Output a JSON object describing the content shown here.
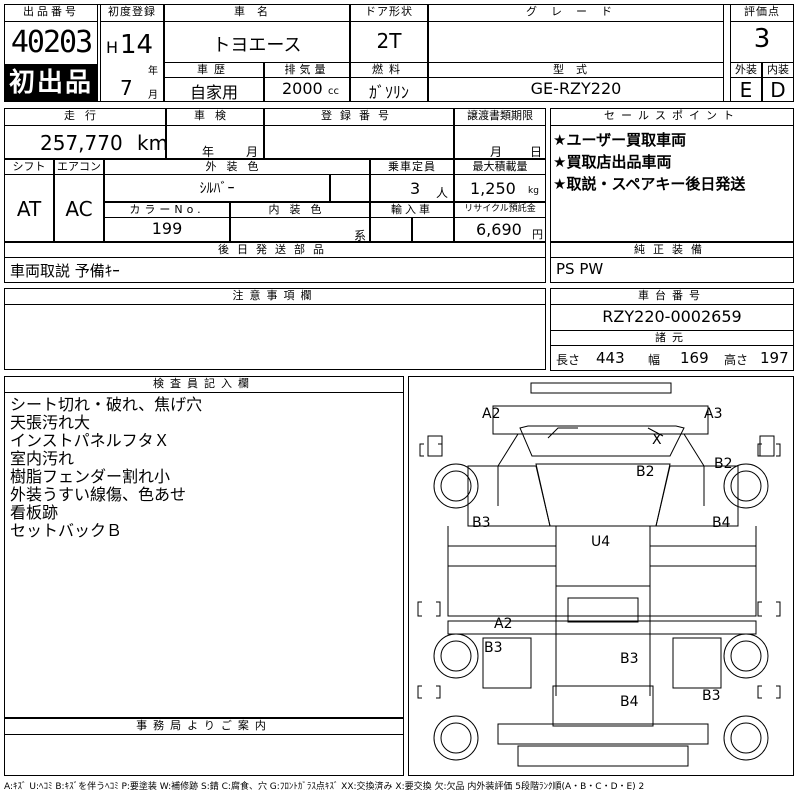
{
  "header": {
    "lot_label": "出品番号",
    "lot_number": "40203",
    "first_listing_badge": "初出品",
    "first_reg_label": "初度登録",
    "era": "H",
    "year_num": "14",
    "year_unit": "年",
    "month_num": "7",
    "month_unit": "月",
    "car_name_label": "車名",
    "car_name": "トヨエース",
    "door_label": "ドア形状",
    "door_value": "2T",
    "grade_label": "グレード",
    "grade_value": "",
    "score_label": "評価点",
    "score_value": "3",
    "history_label": "車歴",
    "history_value": "自家用",
    "displacement_label": "排気量",
    "displacement_value": "2000",
    "displacement_unit": "cc",
    "fuel_label": "燃料",
    "fuel_value": "ｶﾞｿﾘﾝ",
    "model_label": "型式",
    "model_value": "GE-RZY220",
    "exterior_label": "外装",
    "interior_label": "内装",
    "exterior_grade": "E",
    "interior_grade": "D"
  },
  "row2": {
    "mileage_label": "走行",
    "mileage_value": "257,770",
    "mileage_unit": "km",
    "inspection_label": "車検",
    "inspection_year": "年",
    "inspection_month": "月",
    "reg_no_label": "登録番号",
    "reg_no_value": "",
    "transfer_label": "譲渡書類期限",
    "transfer_month": "月",
    "transfer_day": "日",
    "shift_label": "シフト",
    "shift_value": "AT",
    "ac_label": "エアコン",
    "ac_value": "AC",
    "ext_color_label": "外装色",
    "ext_color_value": "ｼﾙﾊﾞｰ",
    "capacity_label": "乗車定員",
    "capacity_value": "3",
    "capacity_unit": "人",
    "load_label": "最大積載量",
    "load_value": "1,250",
    "load_unit": "kg",
    "color_no_label": "カラーNo.",
    "color_no_value": "199",
    "int_color_label": "内装色",
    "int_color_unit": "系",
    "import_label": "輸入車",
    "recycle_label": "リサイクル預託金",
    "recycle_value": "6,690",
    "recycle_unit": "円",
    "later_parts_label": "後日発送部品",
    "later_parts_value": "車両取説 予備ｷｰ"
  },
  "sales_points": {
    "label": "セールスポイント",
    "items": [
      "★ユーザー買取車両",
      "★買取店出品車両",
      "★取説・スペアキー後日発送"
    ]
  },
  "genuine_equipment": {
    "label": "純正装備",
    "value": "PS PW"
  },
  "notes": {
    "label": "注意事項欄",
    "value": ""
  },
  "chassis": {
    "label": "車台番号",
    "value": "RZY220-0002659",
    "dims_label": "諸元",
    "length_label": "長さ",
    "length_value": "443",
    "width_label": "幅",
    "width_value": "169",
    "height_label": "高さ",
    "height_value": "197"
  },
  "inspector": {
    "label": "検査員記入欄",
    "lines": [
      "シート切れ・破れ、焦げ穴",
      "天張汚れ大",
      "インストパネルフタＸ",
      "室内汚れ",
      "樹脂フェンダー割れ小",
      "外装うすい線傷、色あせ",
      "看板跡",
      "セットバックＢ"
    ]
  },
  "office": {
    "label": "事務局よりご案内",
    "value": ""
  },
  "diagram": {
    "marks": {
      "front_left": "A2",
      "front_right": "A3",
      "grille": "X",
      "left_door_front": "B2",
      "right_front": "B2",
      "left_front_side": "B3",
      "right_front_side": "B4",
      "roof": "U4",
      "bed_front": "A2",
      "left_rear": "B3",
      "bed_mid": "B3",
      "bed_rear": "B4",
      "right_rear": "B3"
    }
  },
  "legend": "A:ｷｽﾞ U:ﾍｺﾐ B:ｷｽﾞを伴うﾍｺﾐ P:要塗装 W:補修跡 S:錆 C:腐食、穴 G:ﾌﾛﾝﾄｶﾞﾗｽ点ｷｽﾞ XX:交換済み X:要交換 欠:欠品 内外装評価 5段階ﾗﾝｸ順(A・B・C・D・E) 2"
}
